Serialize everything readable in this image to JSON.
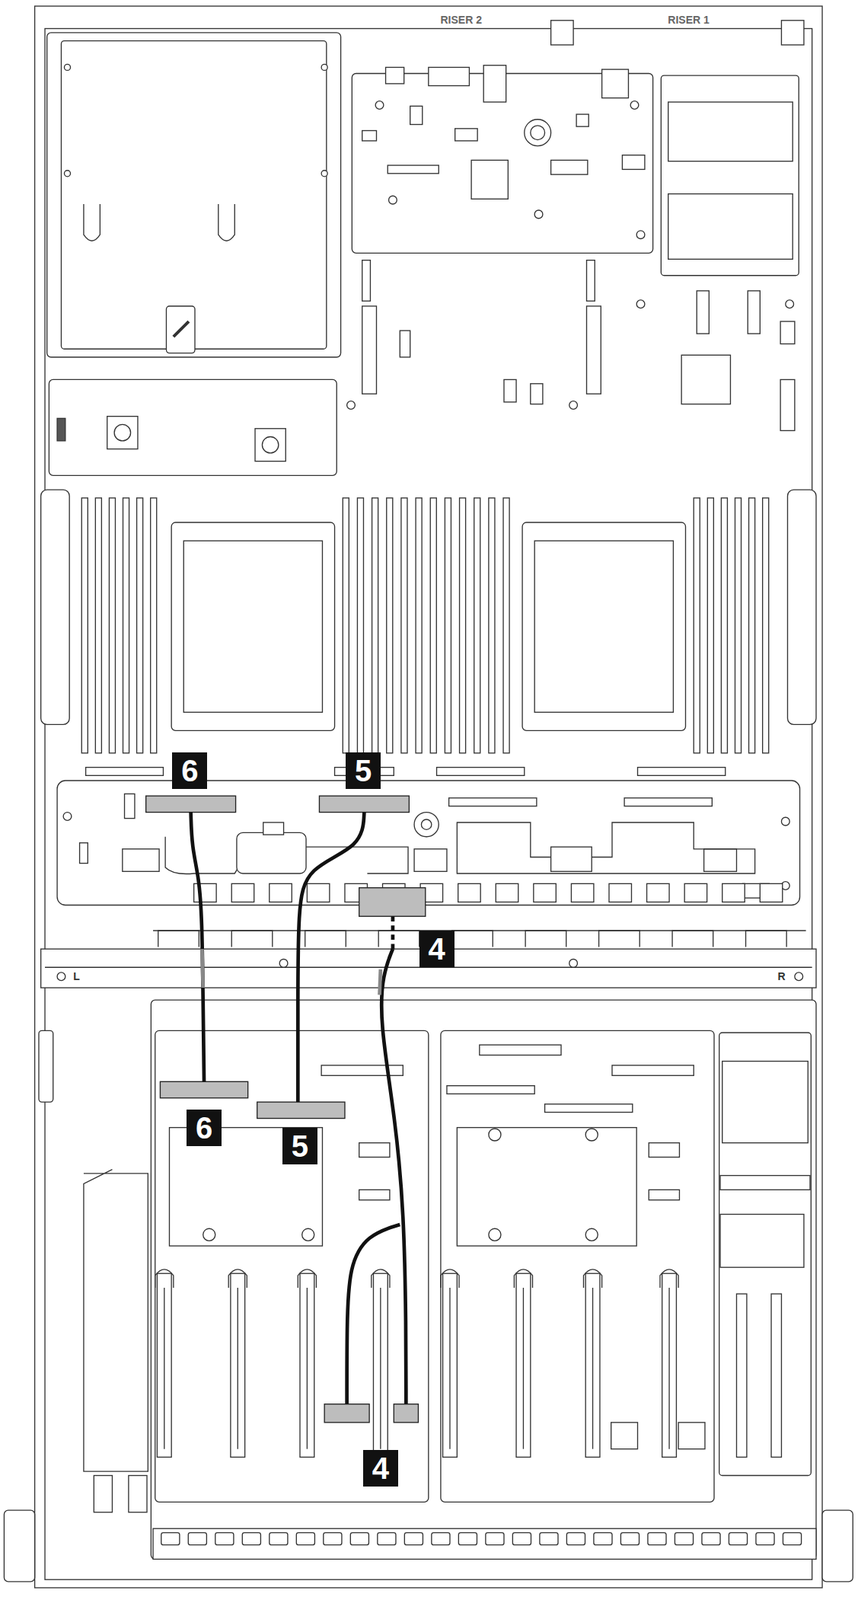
{
  "diagram": {
    "nodes": [
      {
        "text": [
          "6"
        ]
      },
      {
        "text": [
          "5"
        ]
      },
      {
        "text": [
          "4"
        ]
      },
      {
        "text": [
          "6"
        ]
      },
      {
        "text": [
          "5"
        ]
      },
      {
        "text": [
          "4"
        ]
      }
    ],
    "labels": [
      "RISER 2",
      "RISER 1",
      "L",
      "R"
    ]
  }
}
